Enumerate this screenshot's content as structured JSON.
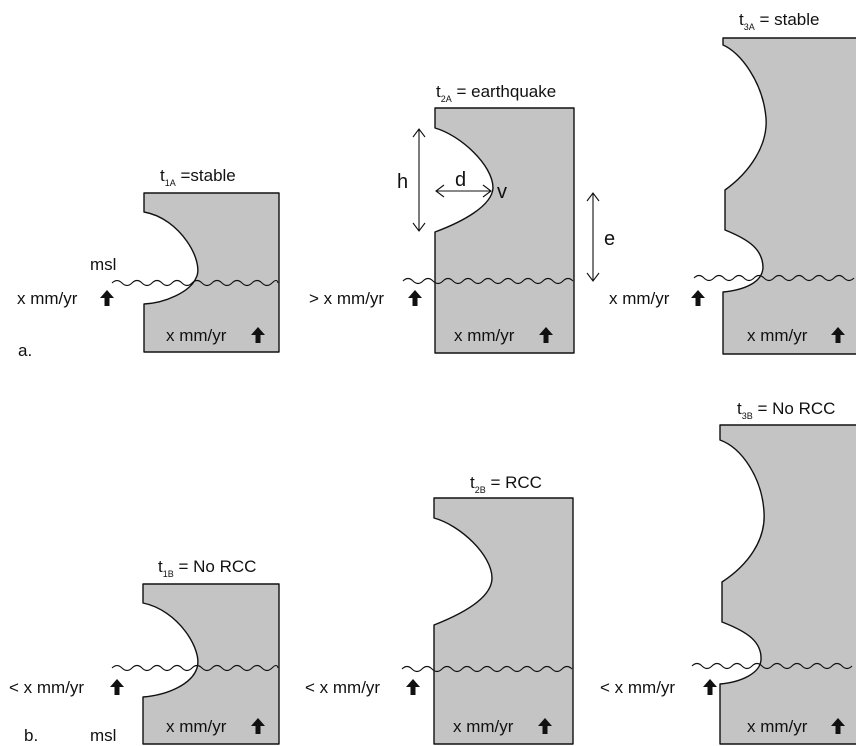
{
  "rows": [
    {
      "row_label": "a.",
      "panels": [
        {
          "title_main": "t",
          "title_sub": "1A",
          "title_rest": " =stable",
          "left_rate": "x mm/yr",
          "block_rate": "x mm/yr",
          "sea_label": "msl"
        },
        {
          "title_main": "t",
          "title_sub": "2A",
          "title_rest": " = earthquake",
          "left_rate": "> x mm/yr",
          "block_rate": "x mm/yr"
        },
        {
          "title_main": "t",
          "title_sub": "3A",
          "title_rest": " = stable",
          "left_rate": "x mm/yr",
          "block_rate": "x mm/yr"
        }
      ]
    },
    {
      "row_label": "b.",
      "panels": [
        {
          "title_main": "t",
          "title_sub": "1B",
          "title_rest": " = No RCC",
          "left_rate": "< x mm/yr",
          "block_rate": "x mm/yr",
          "sea_label": "msl"
        },
        {
          "title_main": "t",
          "title_sub": "2B",
          "title_rest": " = RCC",
          "left_rate": "< x mm/yr",
          "block_rate": "x mm/yr"
        },
        {
          "title_main": "t",
          "title_sub": "3B",
          "title_rest": " = No RCC",
          "left_rate": "< x mm/yr",
          "block_rate": "x mm/yr"
        }
      ]
    }
  ],
  "dimensions": {
    "h": "h",
    "d": "d",
    "v": "v",
    "e": "e"
  }
}
